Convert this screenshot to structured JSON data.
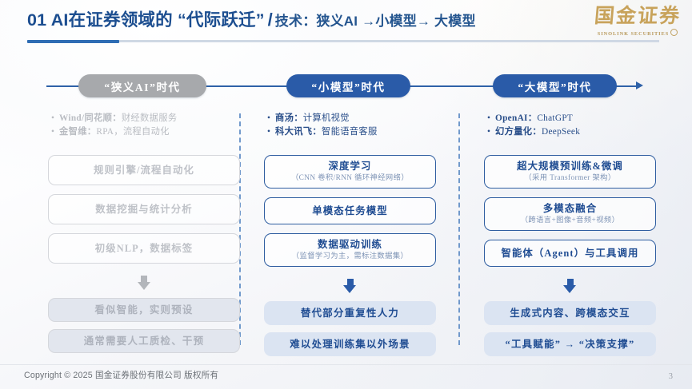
{
  "header": {
    "title_main": "01 AI在证券领域的 “代际跃迁”",
    "title_slash": "/",
    "title_sub": "技术：狭义AI →小模型→ 大模型"
  },
  "logo": {
    "cn_name": "国金证券",
    "en_name": "SINOLINK SECURITIES",
    "color": "#c8a35b"
  },
  "timeline": {
    "stages": [
      {
        "label": "“狭义AI”时代",
        "color": "#a7a9ac",
        "state": "inactive"
      },
      {
        "label": "“小模型”时代",
        "color": "#2a5ba8",
        "state": "active"
      },
      {
        "label": "“大模型”时代",
        "color": "#2a5ba8",
        "state": "active"
      }
    ],
    "line_color": "#2f62a8"
  },
  "columns": [
    {
      "id": "narrow-ai",
      "accent": "#b9bcc2",
      "bullets": [
        {
          "em": "Wind/同花顺：",
          "rest": "财经数据服务"
        },
        {
          "em": "金智维：",
          "rest": "RPA，流程自动化"
        }
      ],
      "boxes": [
        {
          "l1": "规则引擎/流程自动化",
          "l2": ""
        },
        {
          "l1": "数据挖掘与统计分析",
          "l2": ""
        },
        {
          "l1": "初级NLP，数据标签",
          "l2": ""
        }
      ],
      "arrow_color": "#b3b6bb",
      "outcomes": [
        "看似智能，实则预设",
        "通常需要人工质检、干预"
      ]
    },
    {
      "id": "small-model",
      "accent": "#2a4f8a",
      "bullets": [
        {
          "em": "商汤：",
          "rest": "计算机视觉"
        },
        {
          "em": "科大讯飞：",
          "rest": "智能语音客服"
        }
      ],
      "boxes": [
        {
          "l1": "深度学习",
          "l2": "（CNN 卷积/RNN 循环神经网络）"
        },
        {
          "l1": "单模态任务模型",
          "l2": ""
        },
        {
          "l1": "数据驱动训练",
          "l2": "（监督学习为主，需标注数据集）"
        }
      ],
      "arrow_color": "#2a5ba8",
      "outcomes": [
        "替代部分重复性人力",
        "难以处理训练集以外场景"
      ]
    },
    {
      "id": "large-model",
      "accent": "#2a4f8a",
      "bullets": [
        {
          "em": "OpenAI：",
          "rest": "ChatGPT"
        },
        {
          "em": "幻方量化：",
          "rest": "DeepSeek"
        }
      ],
      "boxes": [
        {
          "l1": "超大规模预训练&微调",
          "l2": "（采用 Transformer 架构）"
        },
        {
          "l1": "多模态融合",
          "l2": "（跨语言+图像+音频+视频）"
        },
        {
          "l1": "智能体（Agent）与工具调用",
          "l2": ""
        }
      ],
      "arrow_color": "#2a5ba8",
      "outcomes": [
        "生成式内容、跨模态交互",
        "“工具赋能” → “决策支撑”"
      ]
    }
  ],
  "footer": {
    "copyright": "Copyright © 2025 国金证券股份有限公司 版权所有",
    "page_number": "3"
  }
}
